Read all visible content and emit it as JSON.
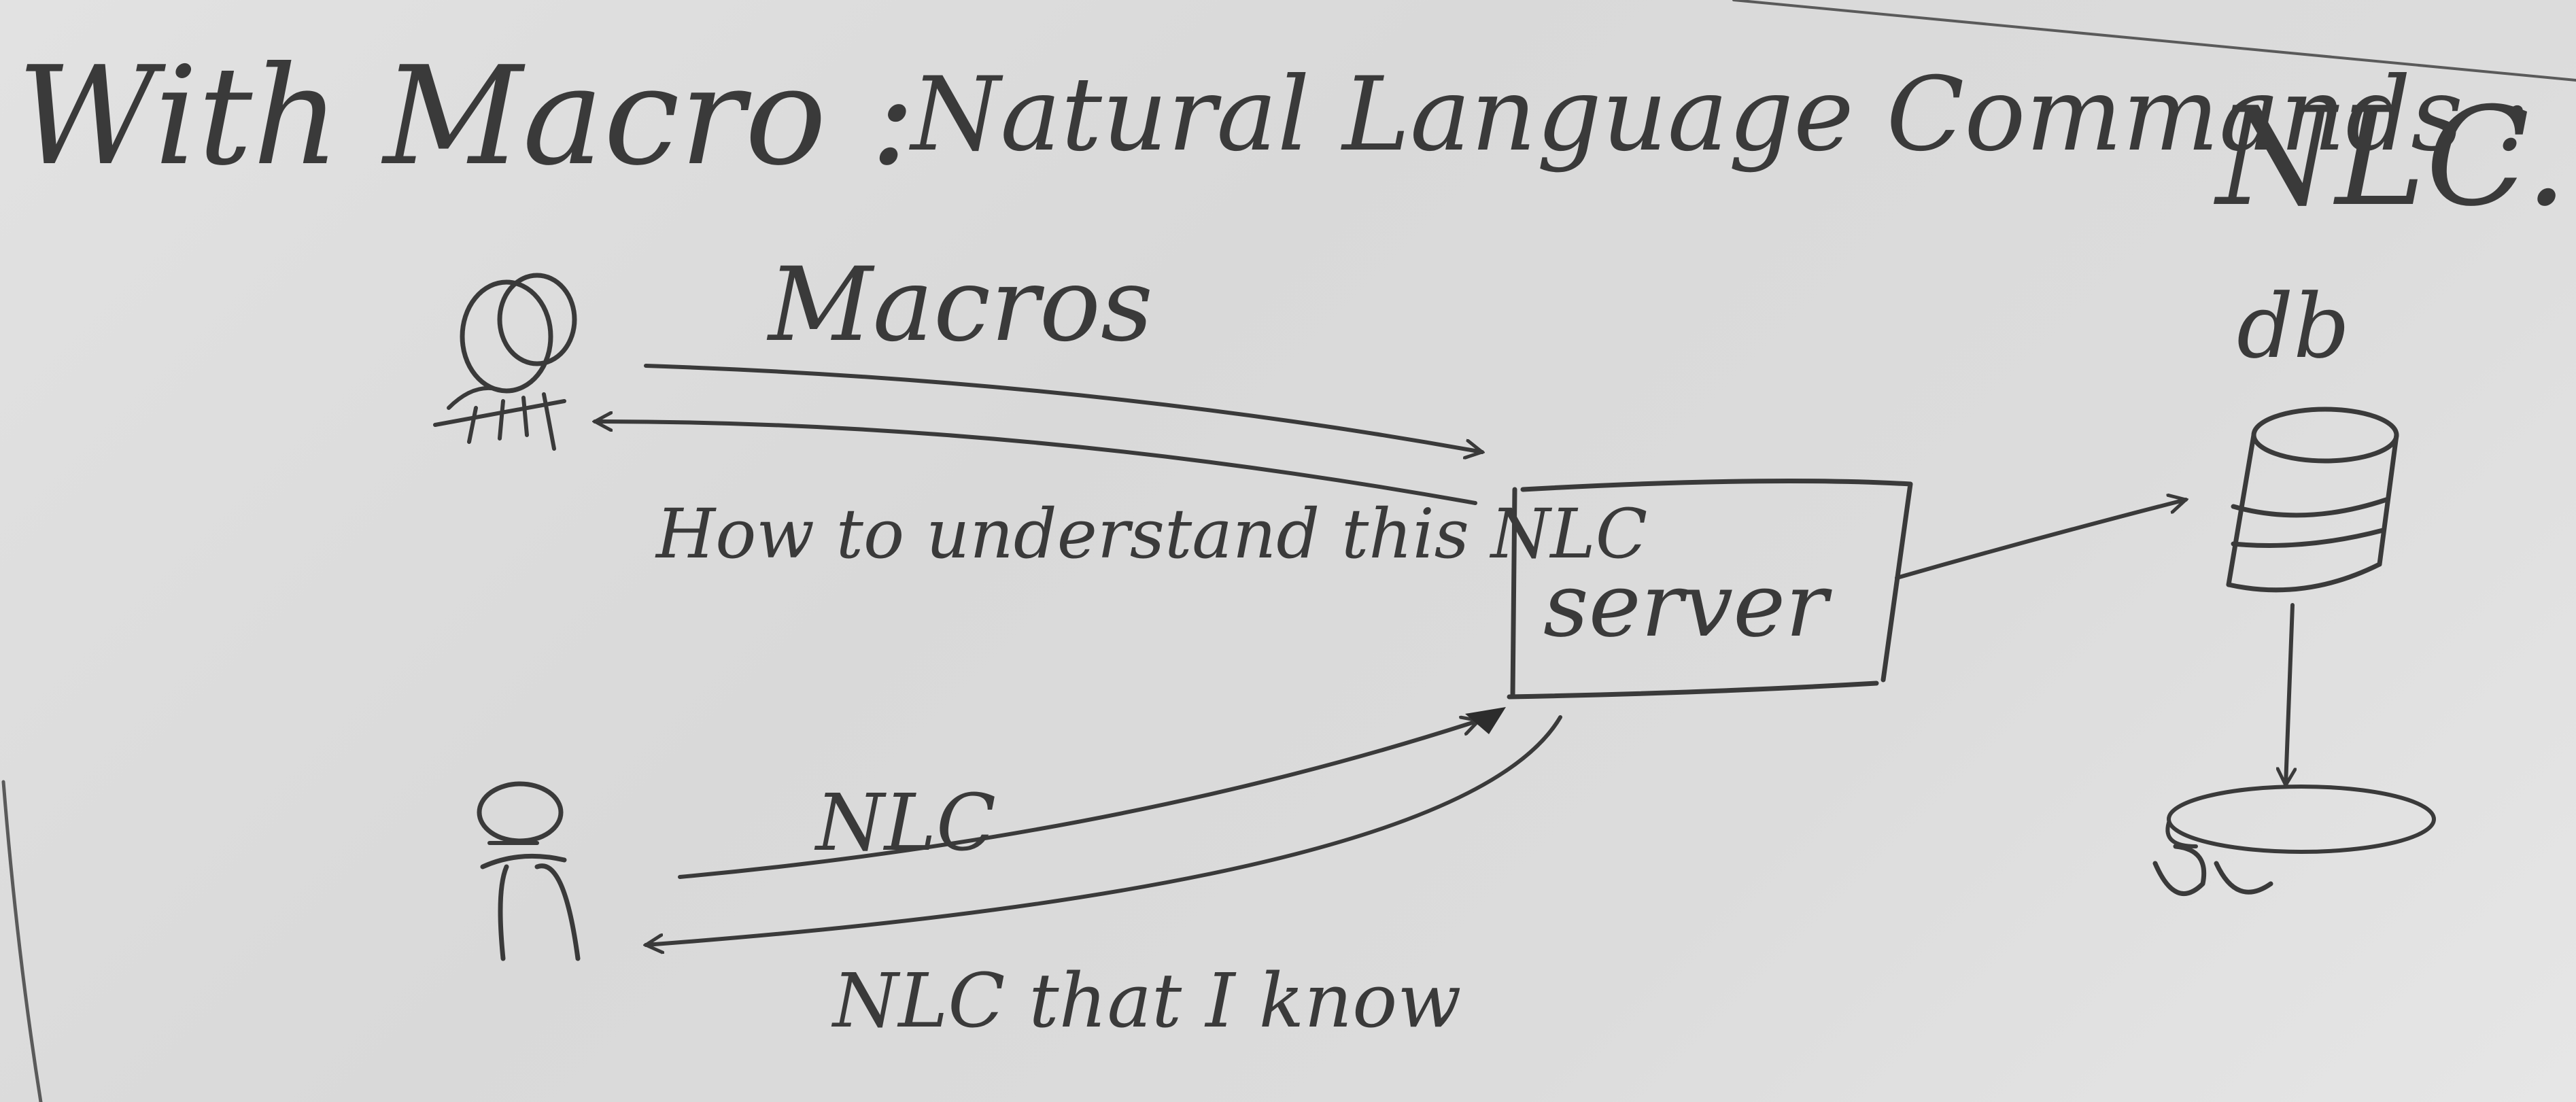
{
  "title": {
    "prefix": "With Macro :",
    "phrase": "Natural Language Commands :",
    "abbr": "NLC."
  },
  "labels": {
    "macros": "Macros",
    "how_to": "How to understand this NLC",
    "server": "server",
    "db": "db",
    "nlc": "NLC",
    "nlc_known": "NLC that I know"
  },
  "icons": {
    "top_person": "person-group-icon",
    "bottom_person": "person-icon",
    "database": "database-icon",
    "consumer": "dish-icon"
  },
  "colors": {
    "ink": "#3a3a3a",
    "board": "#dedede"
  }
}
